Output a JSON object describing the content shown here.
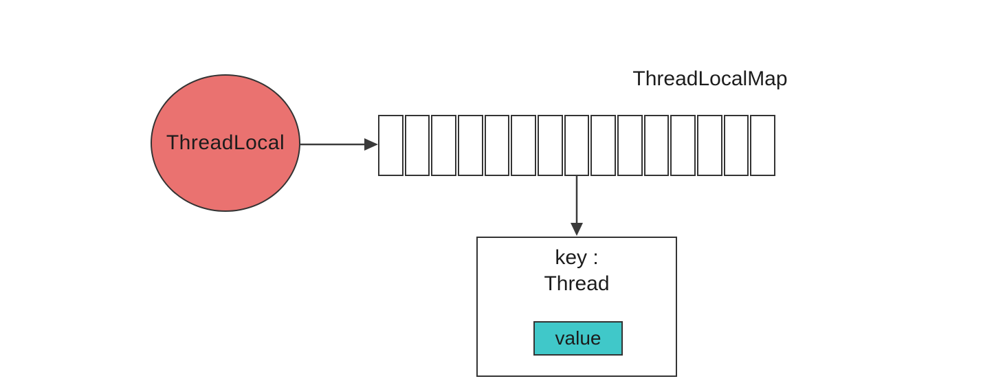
{
  "colors": {
    "background": "#ffffff",
    "stroke": "#333333",
    "arrow": "#3a3a3a",
    "thread_local_fill": "#ea7270",
    "value_fill": "#40c8c9",
    "text": "#1c1c1c"
  },
  "nodes": {
    "thread_local": {
      "label": "ThreadLocal"
    },
    "map_label": "ThreadLocalMap",
    "map_array": {
      "cell_count": 15
    },
    "entry": {
      "key_label": "key :",
      "key_type": "Thread",
      "value_label": "value"
    }
  }
}
